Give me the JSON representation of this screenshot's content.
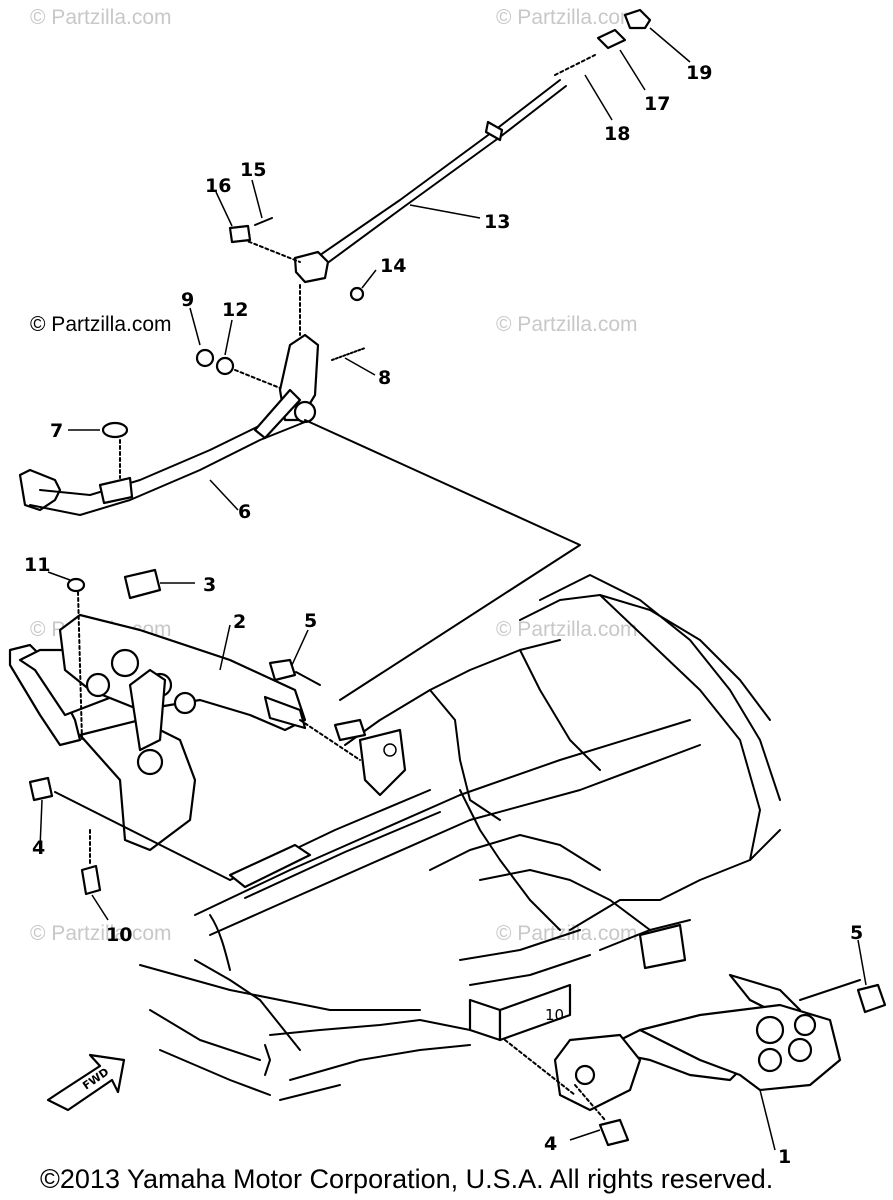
{
  "watermarks": {
    "top_left": "© Partzilla.com",
    "top_right": "© Partzilla.com",
    "mid_left": "© Partzilla.com",
    "mid_right": "© Partzilla.com",
    "row3_left": "© Partzilla.com",
    "row3_right": "© Partzilla.com",
    "row4_left": "© Partzilla.com",
    "row4_right": "© Partzilla.com"
  },
  "callouts": {
    "c1": "1",
    "c2": "2",
    "c3": "3",
    "c4a": "4",
    "c4b": "4",
    "c5a": "5",
    "c5b": "5",
    "c6": "6",
    "c7": "7",
    "c8": "8",
    "c9": "9",
    "c10": "10",
    "c11": "11",
    "c12": "12",
    "c13": "13",
    "c14": "14",
    "c15": "15",
    "c16": "16",
    "c17": "17",
    "c18": "18",
    "c19": "19"
  },
  "fwd_label": "FWD",
  "frame_stamp": "10",
  "copyright": "©2013  Yamaha Motor Corporation, U.S.A. All rights reserved."
}
